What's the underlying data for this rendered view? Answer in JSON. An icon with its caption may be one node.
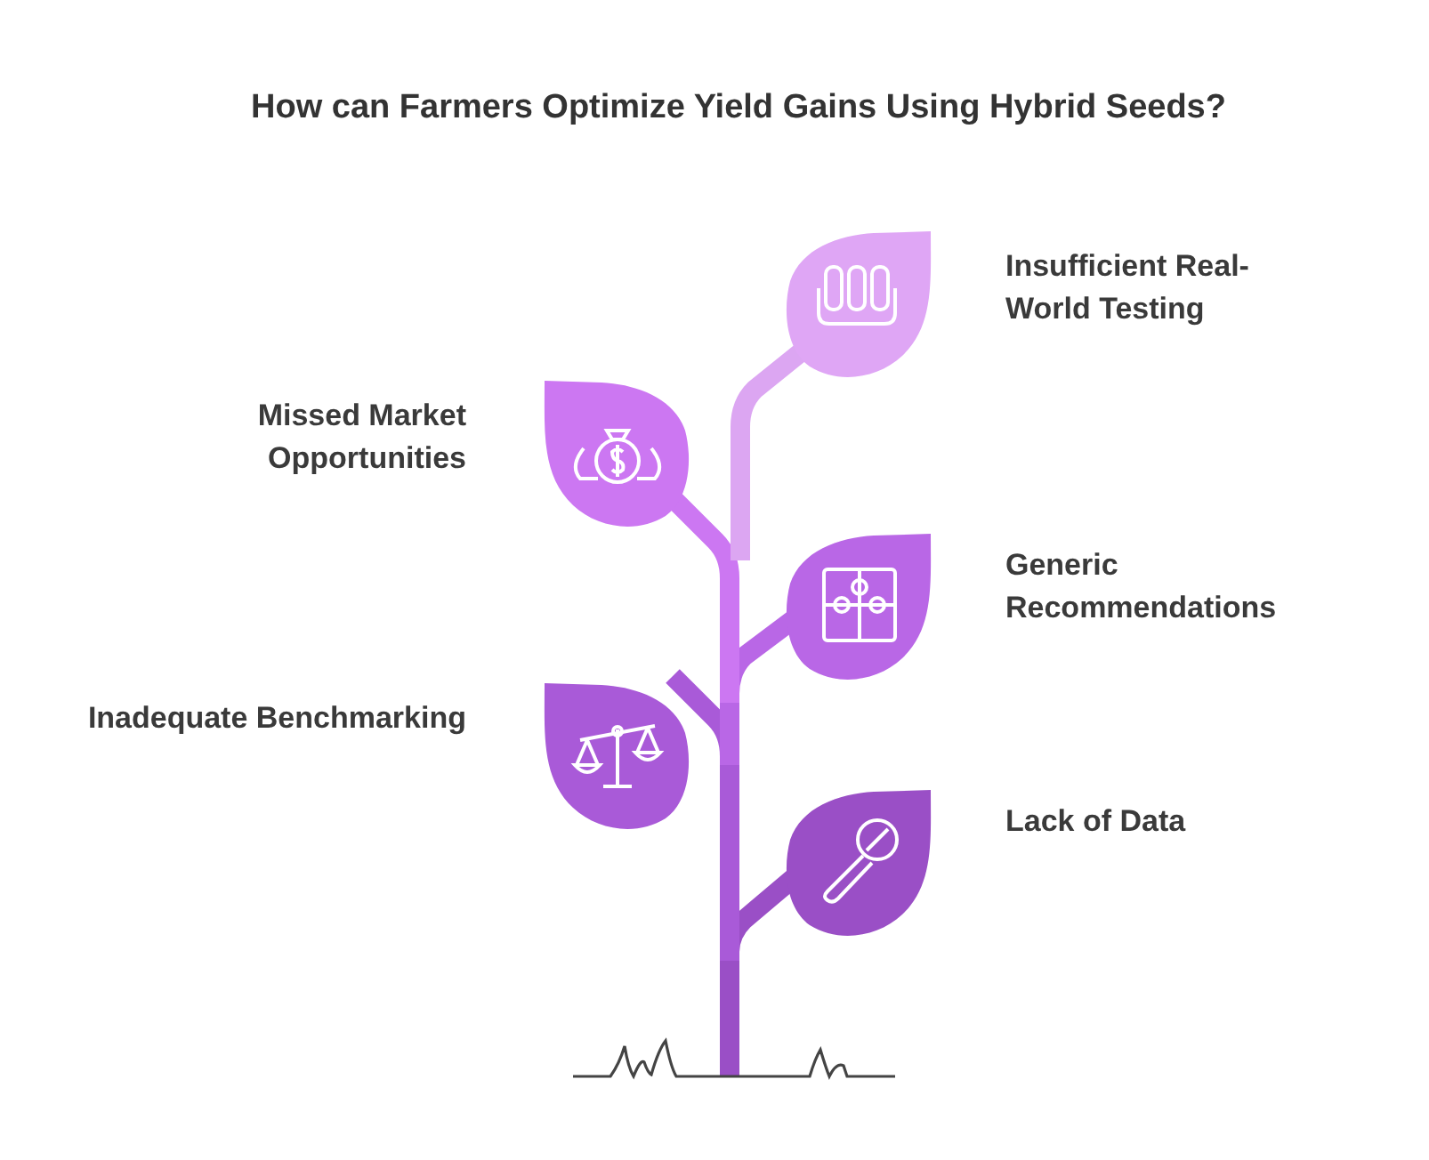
{
  "diagram": {
    "title": "How can Farmers Optimize Yield Gains Using Hybrid Seeds?",
    "nodes": [
      {
        "text": [
          "Insufficient Real-World Testing"
        ]
      },
      {
        "text": [
          "Missed Market Opportunities"
        ]
      },
      {
        "text": [
          "Generic Recommendations"
        ]
      },
      {
        "text": [
          "Inadequate Benchmarking"
        ]
      },
      {
        "text": [
          "Lack of Data"
        ]
      }
    ]
  }
}
